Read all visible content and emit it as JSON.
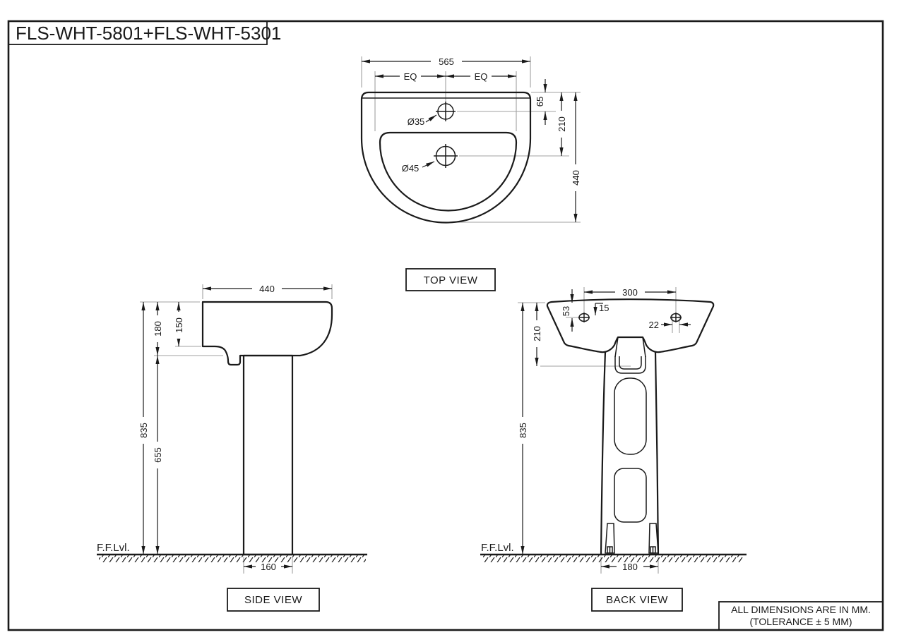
{
  "title": "FLS-WHT-5801+FLS-WHT-5301",
  "note": {
    "line1": "ALL DIMENSIONS ARE IN MM.",
    "line2": "(TOLERANCE ± 5 MM)"
  },
  "colors": {
    "line": "#1a1a1a",
    "extension": "#a0a0a0",
    "background": "#ffffff"
  },
  "views": {
    "top": {
      "label": "TOP VIEW",
      "dims": {
        "overall_width": "565",
        "eq_left": "EQ",
        "eq_right": "EQ",
        "tap_hole_setback": "65",
        "waste_hole_setback": "210",
        "overall_depth": "440",
        "tap_hole_dia": "Ø35",
        "waste_hole_dia": "Ø45"
      }
    },
    "side": {
      "label": "SIDE VIEW",
      "floor_label": "F.F.Lvl.",
      "dims": {
        "basin_depth": "440",
        "basin_height": "180",
        "rim_to_apron": "150",
        "overall_height": "835",
        "rim_to_floor": "655",
        "pedestal_base": "160"
      }
    },
    "back": {
      "label": "BACK VIEW",
      "floor_label": "F.F.Lvl.",
      "dims": {
        "fixing_hole_spacing": "300",
        "fixing_hole_drop": "53",
        "fixing_hole_inset": "15",
        "fixing_hole_edge": "22",
        "basin_height": "210",
        "overall_height": "835",
        "pedestal_base": "180"
      }
    }
  }
}
